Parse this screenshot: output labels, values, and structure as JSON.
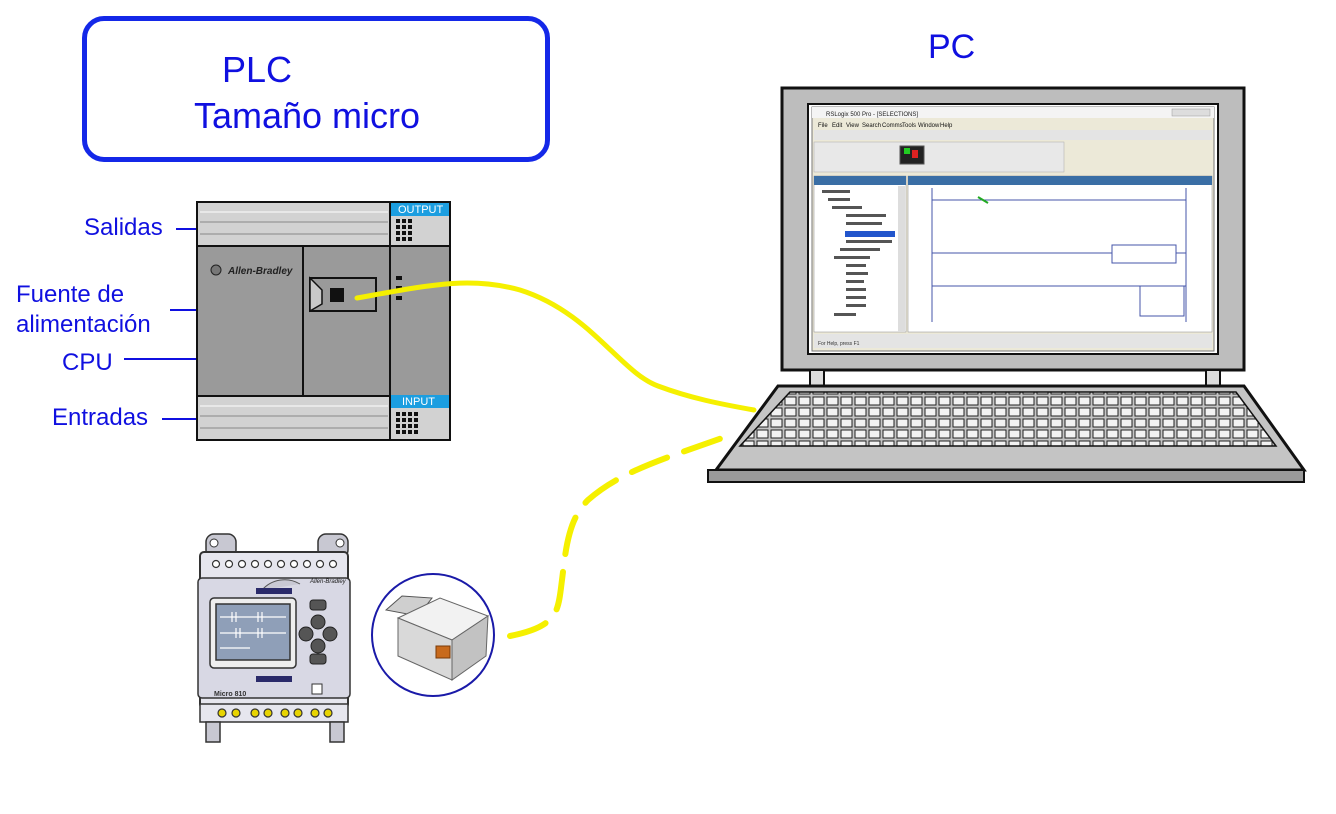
{
  "plc_box": {
    "title": "PLC",
    "subtitle": "Tamaño micro"
  },
  "pc_title": "PC",
  "labels": {
    "outputs": "Salidas",
    "power_supply_line1": "Fuente de",
    "power_supply_line2": "alimentación",
    "cpu": "CPU",
    "inputs": "Entradas"
  },
  "plc_module": {
    "output_tag": "OUTPUT",
    "input_tag": "INPUT",
    "brand": "Allen-Bradley"
  },
  "micro810": {
    "brand": "Allen-Bradley",
    "model": "Micro 810"
  },
  "software_window": {
    "title": "RSLogix 500 Pro - [SELECTIONS]",
    "menu": [
      "File",
      "Edit",
      "View",
      "Search",
      "Comms",
      "Tools",
      "Window",
      "Help"
    ],
    "status": "For Help, press F1"
  },
  "colors": {
    "label_blue": "#1010e0",
    "box_border": "#1428e8",
    "cable_yellow": "#f5f000",
    "tag_blue": "#1c9ee0"
  }
}
